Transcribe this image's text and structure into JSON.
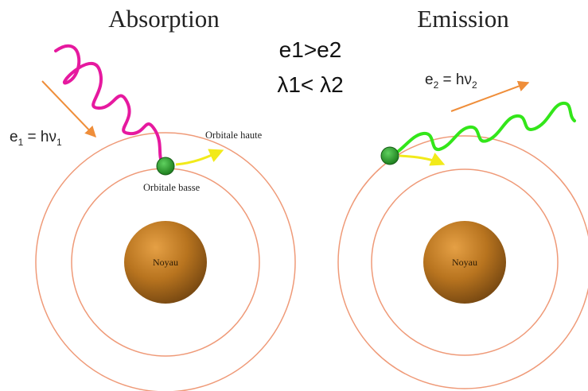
{
  "absorption": {
    "title": "Absorption",
    "energy": {
      "e": "e",
      "sub": "1",
      "eq": " = hν",
      "nu_sub": "1"
    },
    "upper_orbital_label": "Orbitale haute",
    "lower_orbital_label": "Orbitale basse",
    "nucleus_label": "Noyau"
  },
  "emission": {
    "title": "Emission",
    "energy": {
      "e": "e",
      "sub": "2",
      "eq": " = hν",
      "nu_sub": "2"
    },
    "nucleus_label": "Noyau"
  },
  "relations": {
    "energy": "e1>e2",
    "wavelength": "λ1< λ2"
  },
  "colors": {
    "absorption_photon": "#e6199f",
    "emission_photon": "#33e61a",
    "transition_arrow": "#f2ea1a",
    "orbit": "#ef9a78",
    "photon_direction_arrow": "#ef8e3a",
    "electron": "#2aa02a",
    "nucleus": "#b8741f"
  }
}
